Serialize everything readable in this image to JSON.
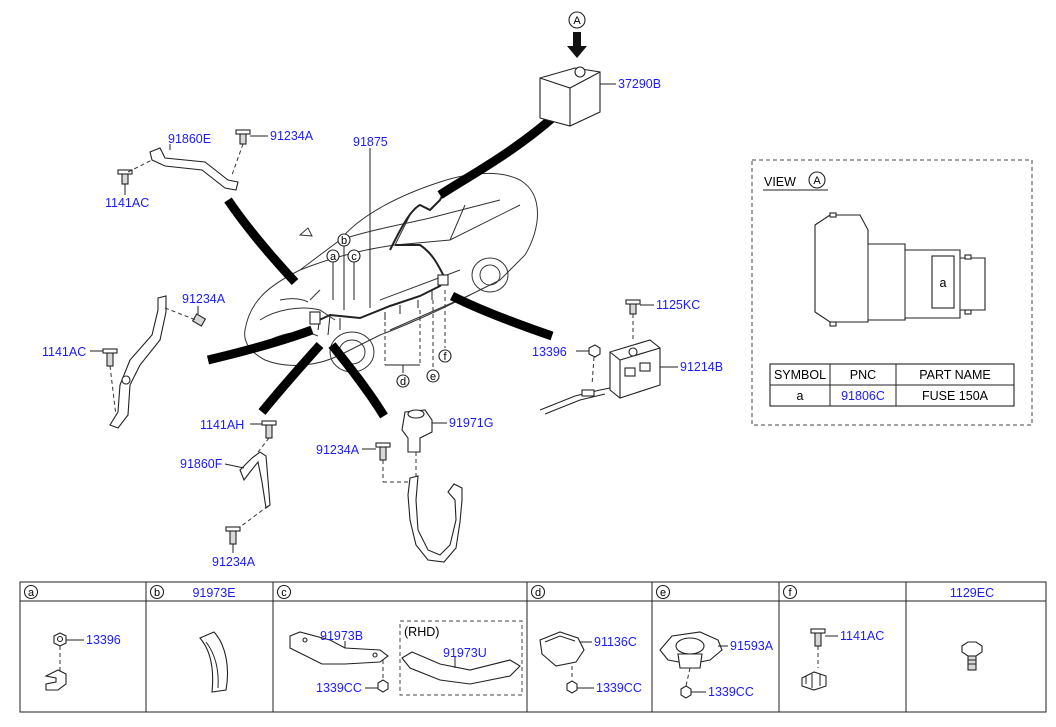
{
  "labels": {
    "p37290B": "37290B",
    "p91875": "91875",
    "p91860E": "91860E",
    "p91234A_1": "91234A",
    "p1141AC_1": "1141AC",
    "p91234A_2": "91234A",
    "p1141AC_2": "1141AC",
    "p1141AH": "1141AH",
    "p91860F": "91860F",
    "p91234A_3": "91234A",
    "p91234A_4": "91234A",
    "p91971G": "91971G",
    "p1125KC": "1125KC",
    "p13396": "13396",
    "p91214B": "91214B",
    "view_A_marker": "A"
  },
  "callouts": {
    "a": "a",
    "b": "b",
    "c": "c",
    "d": "d",
    "e": "e",
    "f": "f"
  },
  "view_box": {
    "title": "VIEW",
    "marker": "A",
    "fuse_label": "a",
    "table": {
      "headers": [
        "SYMBOL",
        "PNC",
        "PART NAME"
      ],
      "rows": [
        {
          "symbol": "a",
          "pnc": "91806C",
          "part_name": "FUSE 150A"
        }
      ]
    }
  },
  "bottom_table": {
    "headers": [
      {
        "letter": "a",
        "pnc": ""
      },
      {
        "letter": "b",
        "pnc": "91973E"
      },
      {
        "letter": "c",
        "pnc": ""
      },
      {
        "letter": "d",
        "pnc": ""
      },
      {
        "letter": "e",
        "pnc": ""
      },
      {
        "letter": "f",
        "pnc": ""
      },
      {
        "letter": "",
        "pnc": "1129EC"
      }
    ],
    "cells": {
      "a_13396": "13396",
      "c_91973B": "91973B",
      "c_1339CC": "1339CC",
      "c_rhd": "(RHD)",
      "c_91973U": "91973U",
      "d_91136C": "91136C",
      "d_1339CC": "1339CC",
      "e_91593A": "91593A",
      "e_1339CC": "1339CC",
      "f_1141AC": "1141AC"
    }
  }
}
